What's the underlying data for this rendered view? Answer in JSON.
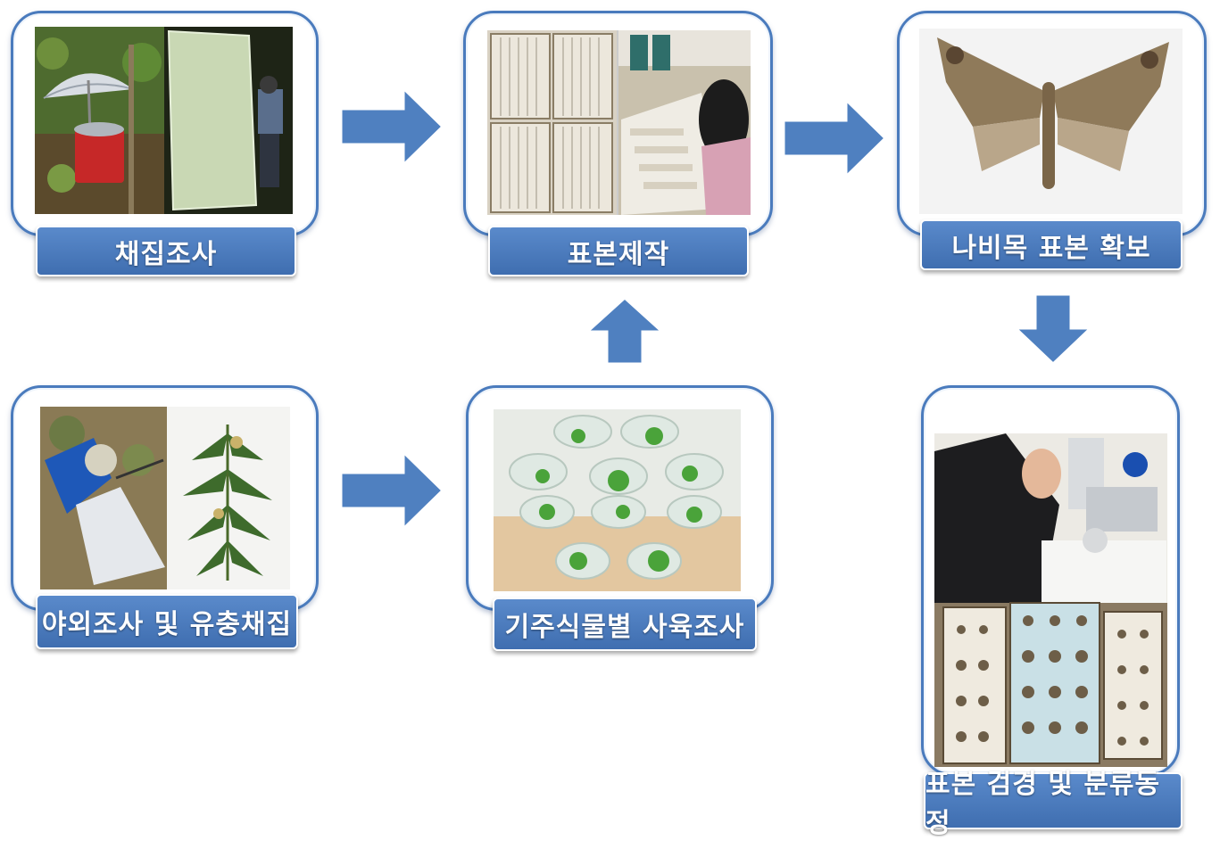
{
  "steps": {
    "collection": "채집조사",
    "specimen_making": "표본제작",
    "lepidoptera_secured": "나비목 표본 확보",
    "field_survey": "야외조사 및 유충채집",
    "host_rearing": "기주식물별 사육조사",
    "identification": "표본 검경 및 분류동정"
  },
  "colors": {
    "frame": "#4a7bbd",
    "label": "#4a7bbd",
    "arrow": "#4f80c0"
  },
  "icons": {
    "arrow_right": "arrow-right-icon",
    "arrow_up": "arrow-up-icon",
    "arrow_down": "arrow-down-icon"
  }
}
